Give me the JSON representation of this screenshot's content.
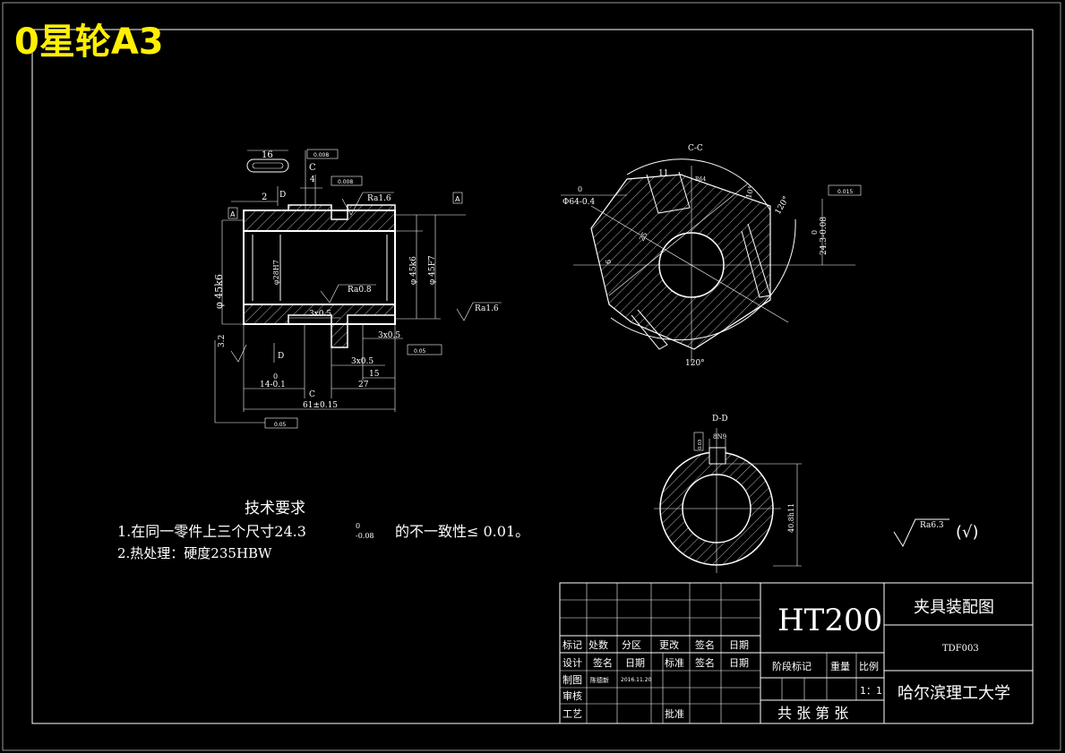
{
  "sheet_title": "0星轮A3",
  "tech_requirements": {
    "heading": "技术要求",
    "item1_prefix": "1.在同一零件上三个尺寸24.3",
    "item1_tol_upper": "0",
    "item1_tol_lower": "-0.08",
    "item1_suffix": "的不一致性≤ 0.01。",
    "item2": "2.热处理：硬度235HBW"
  },
  "front_view": {
    "dim_16": "16",
    "dim_4": "4",
    "dim_2": "2",
    "label_d_top": "D",
    "label_c_top": "C",
    "label_d_bottom": "D",
    "label_c_bottom": "C",
    "datum_a_left": "A",
    "datum_a_right": "A",
    "rough_ra16_a": "Ra1.6",
    "rough_ra16_b": "Ra1.6",
    "rough_ra08": "Ra0.8",
    "rough_32": "3.2",
    "dim_phi45k6": "φ 45k6",
    "dim_phi45k6_inner": "φ 45k6",
    "dim_phi45f7": "φ 45F7",
    "dim_bore": "φ28H7",
    "chamfer_1": "3x0.5",
    "chamfer_2": "3x0.5",
    "chamfer_3": "3x0.5",
    "dim_15": "15",
    "dim_27": "27",
    "dim_14_main": "14-0.1",
    "dim_14_upper": "0",
    "dim_61": "61±0.15",
    "gdt_top1": "0.008",
    "gdt_top2": "0.008",
    "gdt_mid": "0.05",
    "gdt_bottom": "0.05"
  },
  "section_cc": {
    "label": "C-C",
    "dim_11": "11",
    "dim_angle_small": "10°",
    "dim_r_top": "R64",
    "dim_64_main": "Φ64-0.4",
    "dim_64_upper": "0",
    "dim_25": "25",
    "dim_6": "6",
    "dim_120_top": "120°",
    "dim_120_bottom": "120°",
    "dim_24_main": "24.3-0.08",
    "dim_24_upper": "0",
    "gdt_right": "0.015"
  },
  "section_dd": {
    "label": "D-D",
    "dim_width": "8N9",
    "dim_height": "40.8h11",
    "gdt_left": "0.03"
  },
  "surface_finish": {
    "value": "Ra6.3",
    "note": "(√)"
  },
  "title_block": {
    "material": "HT200",
    "drawing_name": "夹具装配图",
    "drawing_no": "TDF003",
    "institution": "哈尔滨理工大学",
    "row_headers": [
      "标记",
      "处数",
      "分区",
      "更改",
      "签名",
      "日期"
    ],
    "design_label": "设计",
    "sign_label": "签名",
    "date_label": "日期",
    "std_label": "标准",
    "sign2_label": "签名",
    "date2_label": "日期",
    "draw_label": "制图",
    "draw_name": "陈德新",
    "draw_date": "2016.11.20",
    "review_label": "审核",
    "process_label": "工艺",
    "approve_label": "批准",
    "stage_label": "阶段标记",
    "weight_label": "重量",
    "scale_label": "比例",
    "scale_value": "1：1",
    "sheets_text": "共  张  第  张"
  }
}
